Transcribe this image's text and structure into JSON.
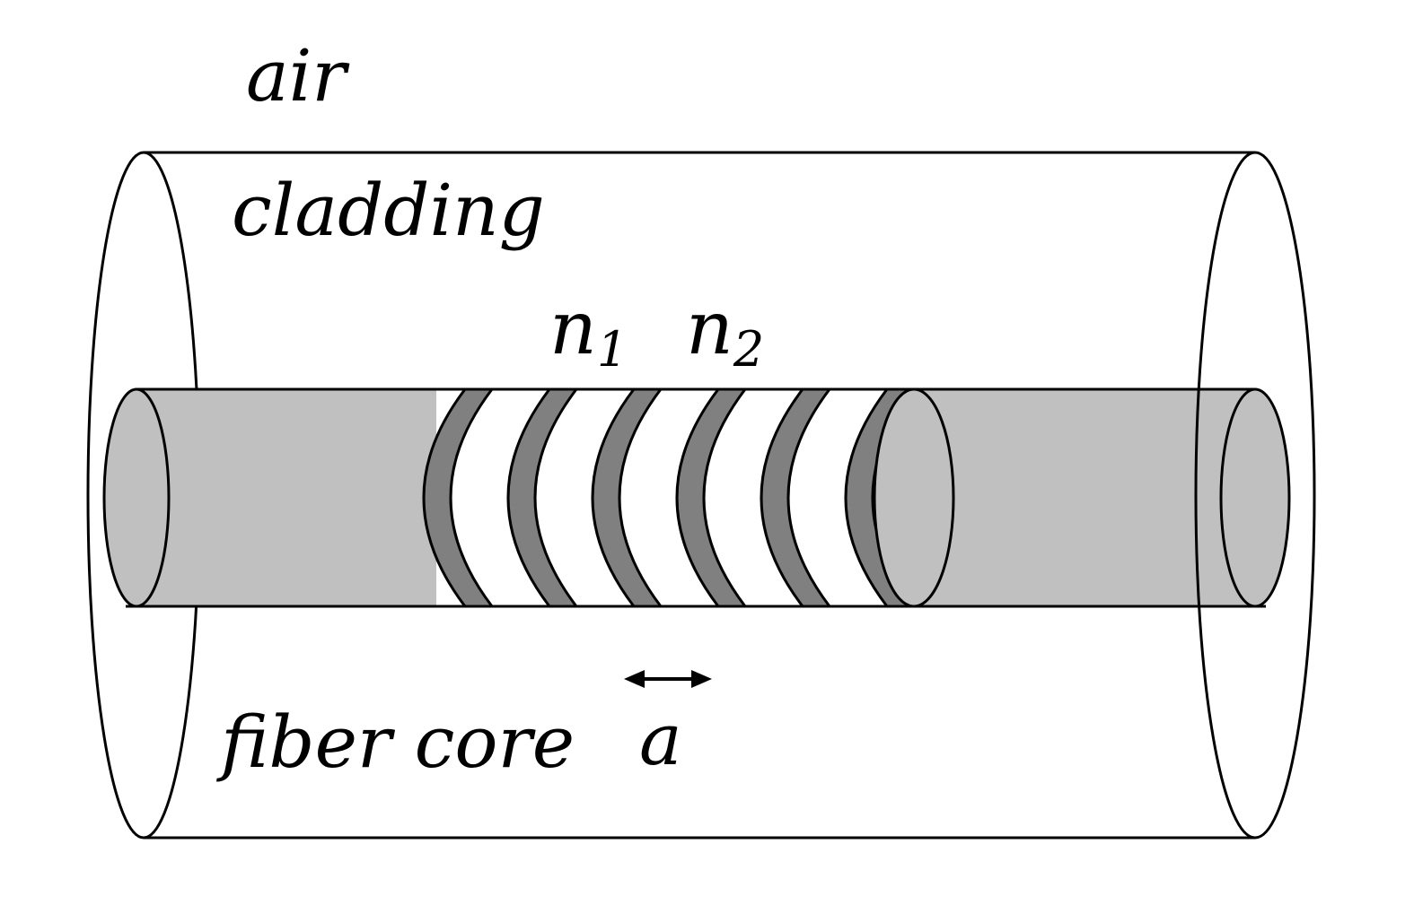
{
  "labels": {
    "air": "air",
    "cladding": "cladding",
    "n1_base": "n",
    "n1_sub": "1",
    "n2_base": "n",
    "n2_sub": "2",
    "fiber_core": "fiber core",
    "period": "a"
  },
  "colors": {
    "outline": "#000000",
    "core_fill": "#c0c0c0",
    "grating_dark": "#808080",
    "grating_light": "#ffffff",
    "background": "#ffffff"
  },
  "grating": {
    "dark_bands": 6,
    "light_bands": 5
  }
}
